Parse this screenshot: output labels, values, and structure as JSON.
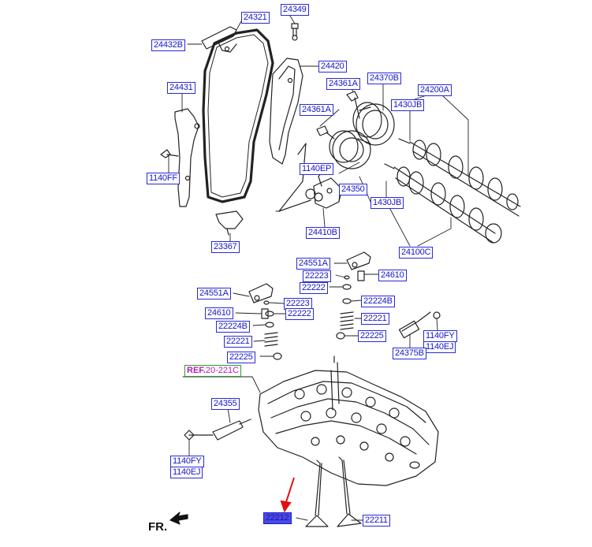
{
  "parts": [
    {
      "id": "p24349",
      "code": "24349"
    },
    {
      "id": "p24321",
      "code": "24321"
    },
    {
      "id": "p24432B",
      "code": "24432B"
    },
    {
      "id": "p24420",
      "code": "24420"
    },
    {
      "id": "p24431",
      "code": "24431"
    },
    {
      "id": "p24361A_1",
      "code": "24361A"
    },
    {
      "id": "p24370B",
      "code": "24370B"
    },
    {
      "id": "p24200A",
      "code": "24200A"
    },
    {
      "id": "p1430JB_1",
      "code": "1430JB"
    },
    {
      "id": "p24361A_2",
      "code": "24361A"
    },
    {
      "id": "p1140FF",
      "code": "1140FF"
    },
    {
      "id": "p1140EP",
      "code": "1140EP"
    },
    {
      "id": "p24350",
      "code": "24350"
    },
    {
      "id": "p1430JB_2",
      "code": "1430JB"
    },
    {
      "id": "p24410B",
      "code": "24410B"
    },
    {
      "id": "p23367",
      "code": "23367"
    },
    {
      "id": "p24100C",
      "code": "24100C"
    },
    {
      "id": "p24551A_1",
      "code": "24551A"
    },
    {
      "id": "p22223_1",
      "code": "22223"
    },
    {
      "id": "p24610_1",
      "code": "24610"
    },
    {
      "id": "p22222_1",
      "code": "22222"
    },
    {
      "id": "p24551A_2",
      "code": "24551A"
    },
    {
      "id": "p22223_2",
      "code": "22223"
    },
    {
      "id": "p22224B_1",
      "code": "22224B"
    },
    {
      "id": "p24610_2",
      "code": "24610"
    },
    {
      "id": "p22222_2",
      "code": "22222"
    },
    {
      "id": "p22221_1",
      "code": "22221"
    },
    {
      "id": "p22224B_2",
      "code": "22224B"
    },
    {
      "id": "p1140FY_1",
      "code": "1140FY"
    },
    {
      "id": "p22225_1",
      "code": "22225"
    },
    {
      "id": "p1140EJ_1",
      "code": "1140EJ"
    },
    {
      "id": "p22221_2",
      "code": "22221"
    },
    {
      "id": "p24375B",
      "code": "24375B"
    },
    {
      "id": "p22225_2",
      "code": "22225"
    },
    {
      "id": "p24355",
      "code": "24355"
    },
    {
      "id": "p1140FY_2",
      "code": "1140FY"
    },
    {
      "id": "p1140EJ_2",
      "code": "1140EJ"
    },
    {
      "id": "p22212",
      "code": "22212",
      "highlighted": true
    },
    {
      "id": "p22211",
      "code": "22211"
    }
  ],
  "reference": {
    "prefix": "REF.",
    "code": "20-221C"
  },
  "direction_label": "FR.",
  "colors": {
    "label_text": "#1515c8",
    "label_border": "#2a2ad8",
    "highlight_fill": "#4a4ae8",
    "ref_border": "#2e9a2e",
    "ref_text": "#b020b0",
    "pointer_arrow": "#e01010",
    "linework": "#222222"
  }
}
